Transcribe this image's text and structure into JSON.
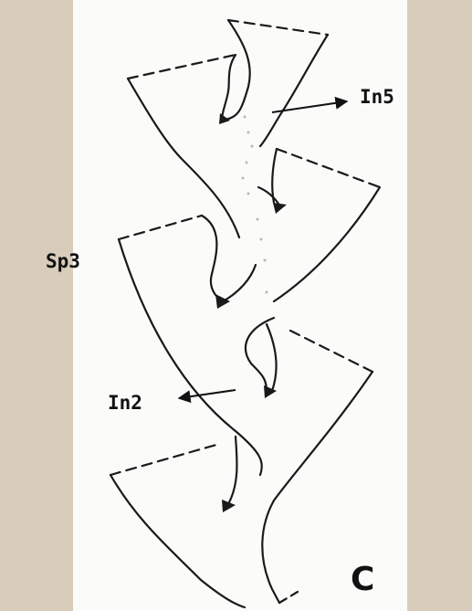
{
  "labels": {
    "in5": "In5",
    "sp3": "Sp3",
    "in2": "In2",
    "panel": "C"
  },
  "colors": {
    "background": "#d8ccba",
    "panel": "#fbfbfa",
    "ink": "#1a1a1a",
    "dots": "#b8b8b8"
  }
}
